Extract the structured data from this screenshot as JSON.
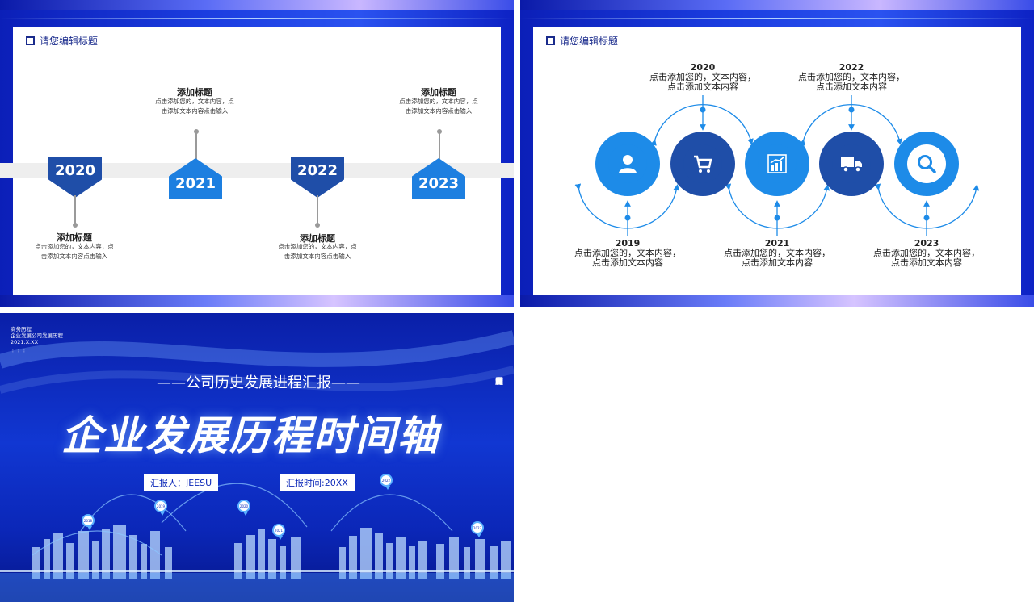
{
  "slide1": {
    "title": "请您编辑标题",
    "items": [
      {
        "year": "2020",
        "heading": "添加标题",
        "desc": "点击添加您的，文本内容，点击添加文本内容点击输入"
      },
      {
        "year": "2021",
        "heading": "添加标题",
        "desc": "点击添加您的，文本内容，点击添加文本内容点击输入"
      },
      {
        "year": "2022",
        "heading": "添加标题",
        "desc": "点击添加您的，文本内容，点击添加文本内容点击输入"
      },
      {
        "year": "2023",
        "heading": "添加标题",
        "desc": "点击添加您的，文本内容，点击添加文本内容点击输入"
      }
    ]
  },
  "slide2": {
    "title": "请您编辑标题",
    "nodes": [
      {
        "icon": "user-icon",
        "year": "2019",
        "line1": "点击添加您的，文本内容，",
        "line2": "点击添加文本内容"
      },
      {
        "icon": "cart-icon",
        "year": "2020",
        "line1": "点击添加您的，文本内容，",
        "line2": "点击添加文本内容"
      },
      {
        "icon": "chart-icon",
        "year": "2021",
        "line1": "点击添加您的，文本内容，",
        "line2": "点击添加文本内容"
      },
      {
        "icon": "truck-icon",
        "year": "2022",
        "line1": "点击添加您的，文本内容，",
        "line2": "点击添加文本内容"
      },
      {
        "icon": "search-icon",
        "year": "2023",
        "line1": "点击添加您的，文本内容，",
        "line2": "点击添加文本内容"
      }
    ],
    "colors": {
      "light": "#1d8be8",
      "dark": "#1f4ea8"
    }
  },
  "slide3": {
    "corner_line1": "商务历程",
    "corner_line2": "企业发展公司发展历程",
    "corner_line3": "2021.X.XX",
    "subtitle": "——公司历史发展进程汇报——",
    "main_title": "企业发展历程时间轴",
    "reporter": "汇报人：JEESU",
    "report_time": "汇报时间:20XX",
    "vertical_text": [
      "企",
      "业",
      "发",
      "展",
      "历",
      "程",
      "时",
      "间",
      "轴"
    ],
    "pins": [
      "2018",
      "2019",
      "2020",
      "2021",
      "2022",
      "2023"
    ]
  }
}
